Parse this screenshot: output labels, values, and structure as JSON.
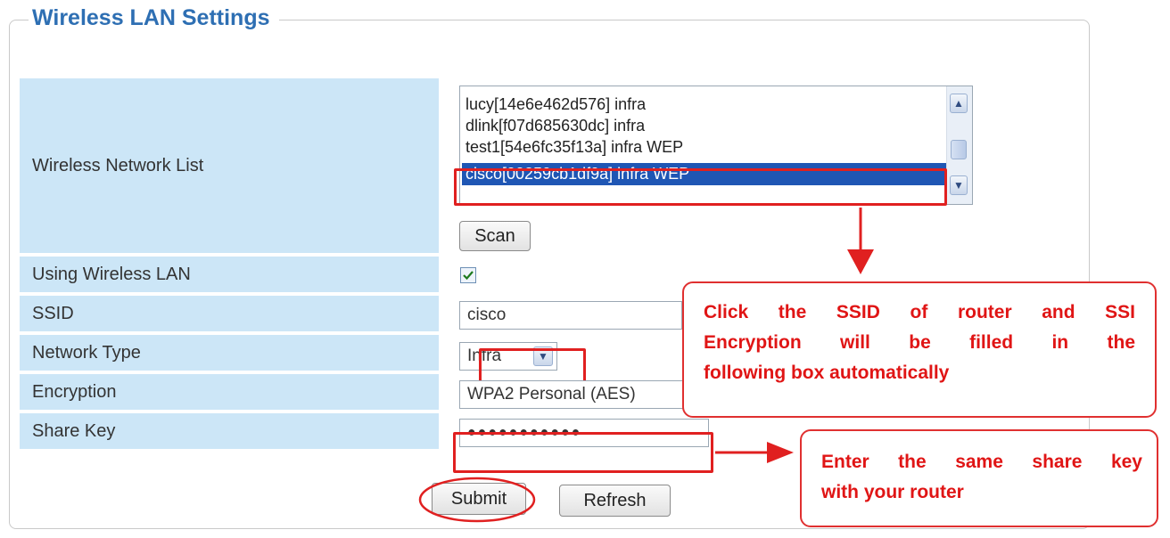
{
  "panel": {
    "title": "Wireless LAN Settings"
  },
  "labels": {
    "network_list": "Wireless Network List",
    "using_wireless": "Using Wireless LAN",
    "ssid": "SSID",
    "network_type": "Network Type",
    "encryption": "Encryption",
    "share_key": "Share Key"
  },
  "network_list": {
    "items": [
      "lucy[14e6e462d576] infra",
      "dlink[f07d685630dc] infra",
      "test1[54e6fc35f13a] infra WEP",
      "cisco[00259cb1df9a] infra WEP"
    ],
    "selected_index": 3
  },
  "buttons": {
    "scan": "Scan",
    "submit": "Submit",
    "refresh": "Refresh"
  },
  "fields": {
    "using_wireless_checked": true,
    "ssid_value": "cisco",
    "network_type_value": "Infra",
    "encryption_value": "WPA2 Personal (AES)",
    "share_key_value": "●●●●●●●●●●●"
  },
  "annotations": {
    "callout_ssid": [
      "Click the SSID of router and SSI",
      "Encryption will be filled in the",
      "following box automatically"
    ],
    "callout_key": [
      "Enter the same share key",
      "with your router"
    ]
  },
  "colors": {
    "title": "#2e6fb3",
    "label_bg": "#cce6f7",
    "selection": "#1f56b4",
    "annotation": "#e02020"
  }
}
